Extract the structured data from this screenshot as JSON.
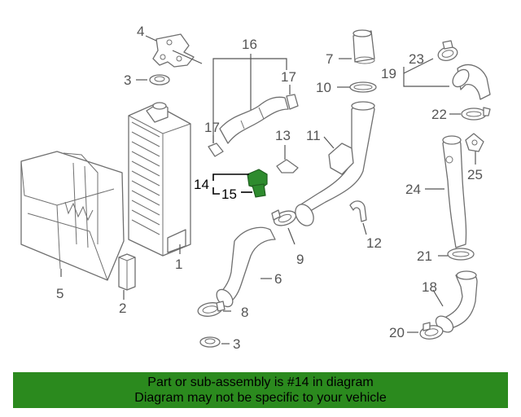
{
  "diagram": {
    "highlight_color": "#2e8b2e",
    "callouts": [
      "1",
      "2",
      "3",
      "3",
      "4",
      "5",
      "6",
      "7",
      "8",
      "9",
      "10",
      "11",
      "12",
      "13",
      "14",
      "15",
      "16",
      "17",
      "17",
      "18",
      "19",
      "20",
      "21",
      "22",
      "23",
      "24",
      "25"
    ]
  },
  "footer": {
    "background": "#2b8a1e",
    "line1": "Part or sub-assembly is #14 in diagram",
    "line2": "Diagram may not be specific to your vehicle"
  }
}
